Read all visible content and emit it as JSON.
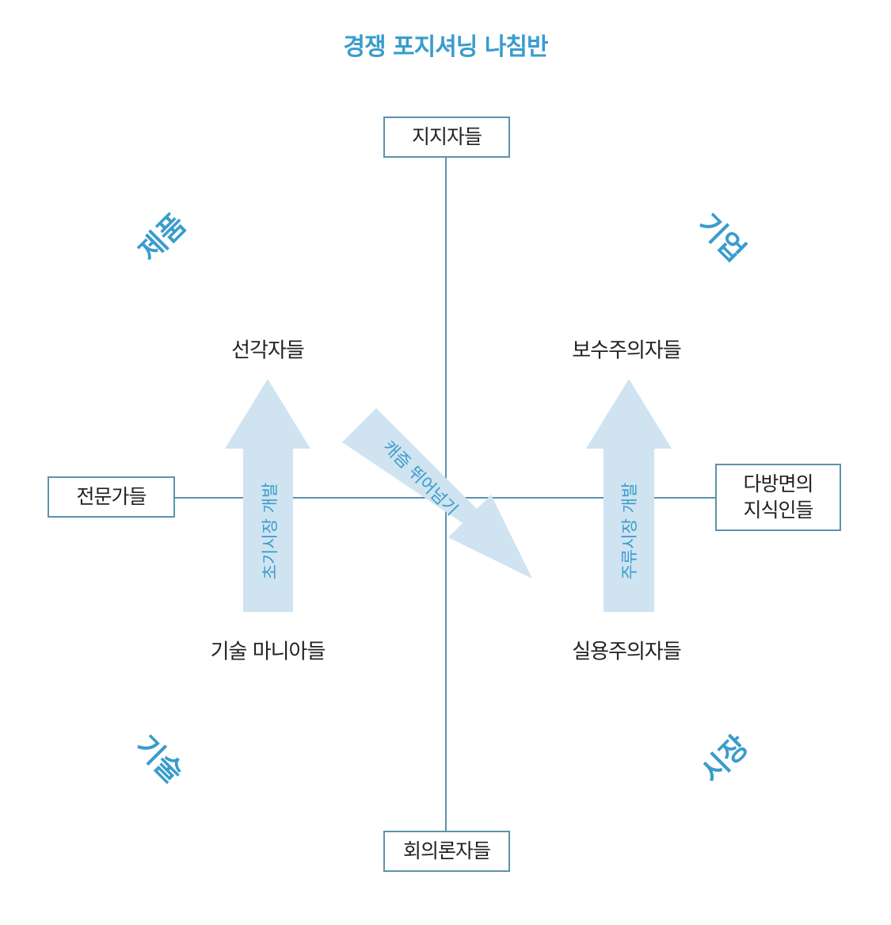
{
  "title": "경쟁 포지셔닝 나침반",
  "boxes": {
    "top": "지지자들",
    "bottom": "회의론자들",
    "left": "전문가들",
    "right_line1": "다방면의",
    "right_line2": "지식인들"
  },
  "corners": {
    "top_left": "제품",
    "top_right": "기업",
    "bottom_left": "기술",
    "bottom_right": "시장"
  },
  "labels": {
    "visionaries": "선각자들",
    "conservatives": "보수주의자들",
    "tech_enthusiasts": "기술 마니아들",
    "pragmatists": "실용주의자들"
  },
  "arrows": {
    "left": "초기시장 개발",
    "right": "주류시장 개발",
    "diagonal": "캐즘 뛰어넘기"
  },
  "colors": {
    "accent_text": "#3a9ccc",
    "arrow_fill": "#cfe3f1",
    "line": "#5b93ad"
  }
}
